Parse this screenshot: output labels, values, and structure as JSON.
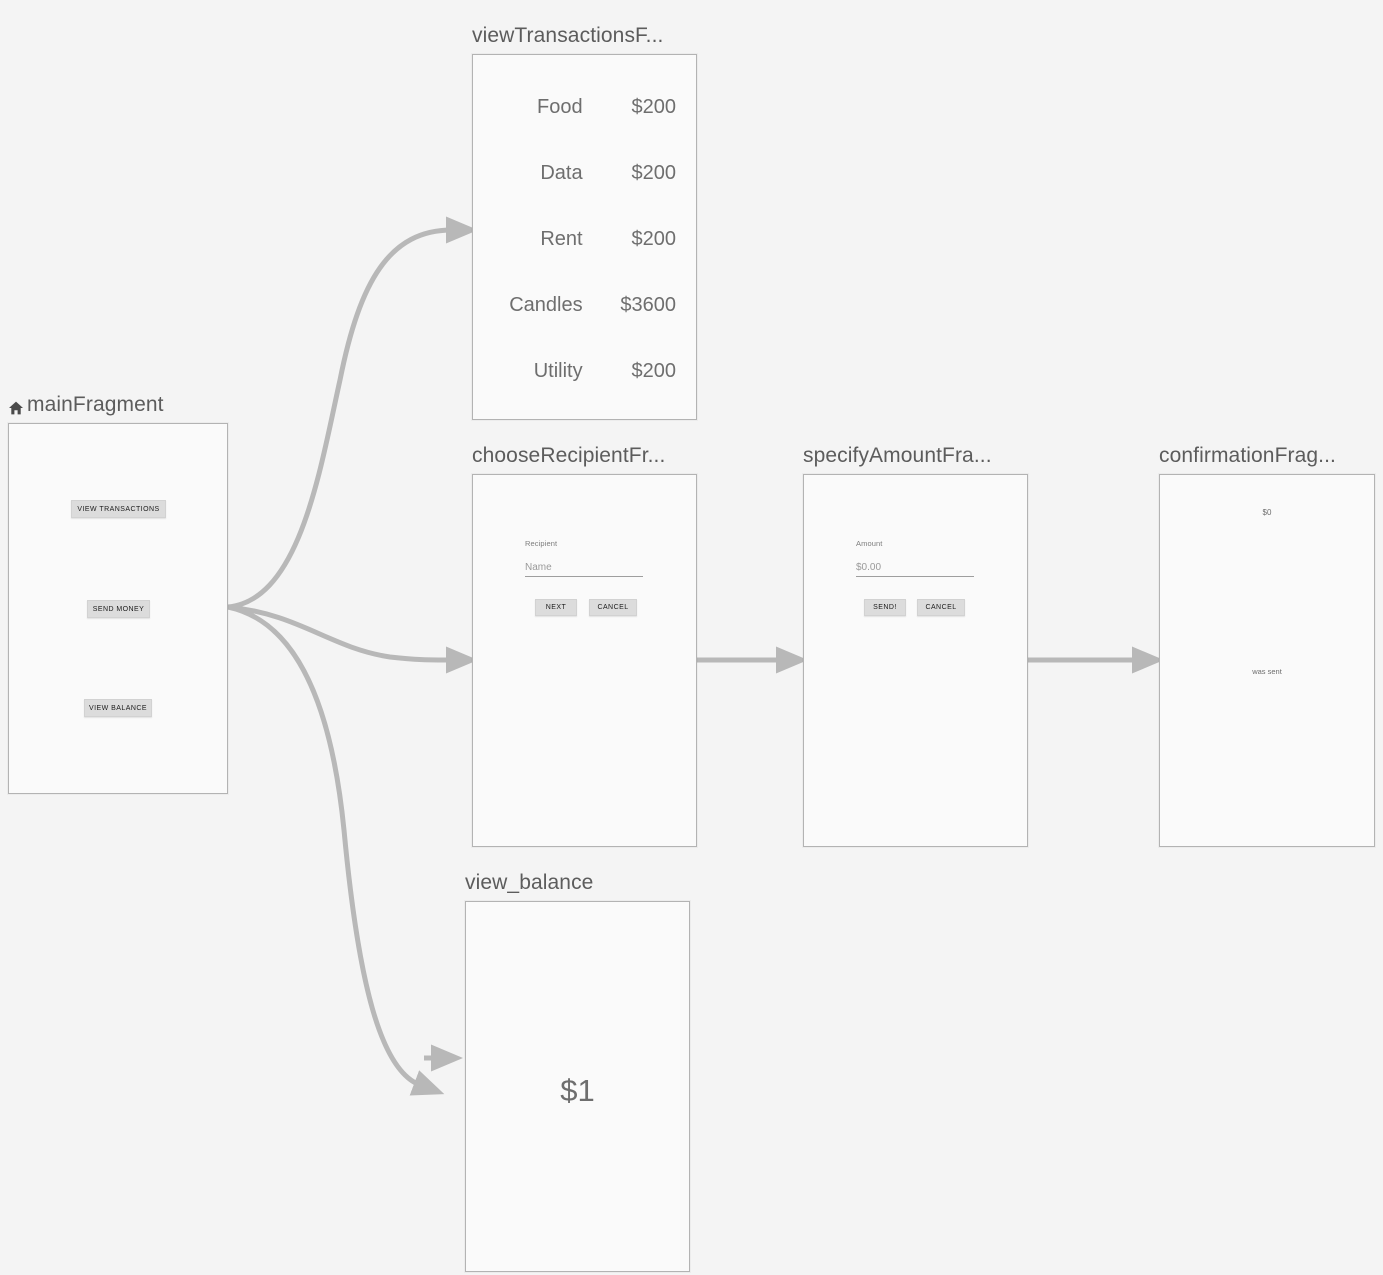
{
  "editor": {
    "background_color": "#f4f4f4",
    "node_fill_color": "#fafafa",
    "node_border_color": "#b3b3b3",
    "edge_color": "#b8b8b8",
    "title_color": "#5c5c5c"
  },
  "nodes": [
    {
      "id": "mainFragment",
      "title": "mainFragment",
      "is_start_destination": true,
      "start_icon": "home-icon",
      "buttons": [
        {
          "label": "VIEW TRANSACTIONS"
        },
        {
          "label": "SEND MONEY"
        },
        {
          "label": "VIEW BALANCE"
        }
      ]
    },
    {
      "id": "viewTransactionsFragment",
      "title": "viewTransactionsF...",
      "is_start_destination": false,
      "transactions": [
        {
          "category": "Food",
          "amount": "$200"
        },
        {
          "category": "Data",
          "amount": "$200"
        },
        {
          "category": "Rent",
          "amount": "$200"
        },
        {
          "category": "Candles",
          "amount": "$3600"
        },
        {
          "category": "Utility",
          "amount": "$200"
        }
      ]
    },
    {
      "id": "chooseRecipientFragment",
      "title": "chooseRecipientFr...",
      "is_start_destination": false,
      "field_label": "Recipient",
      "field_value": "Name",
      "buttons": [
        {
          "label": "NEXT"
        },
        {
          "label": "CANCEL"
        }
      ]
    },
    {
      "id": "specifyAmountFragment",
      "title": "specifyAmountFra...",
      "is_start_destination": false,
      "field_label": "Amount",
      "field_value": "$0.00",
      "buttons": [
        {
          "label": "SEND!"
        },
        {
          "label": "CANCEL"
        }
      ]
    },
    {
      "id": "confirmationFragment",
      "title": "confirmationFrag...",
      "is_start_destination": false,
      "amount": "$0",
      "message": "was sent"
    },
    {
      "id": "view_balance",
      "title": "view_balance",
      "is_start_destination": false,
      "balance": "$1"
    }
  ]
}
